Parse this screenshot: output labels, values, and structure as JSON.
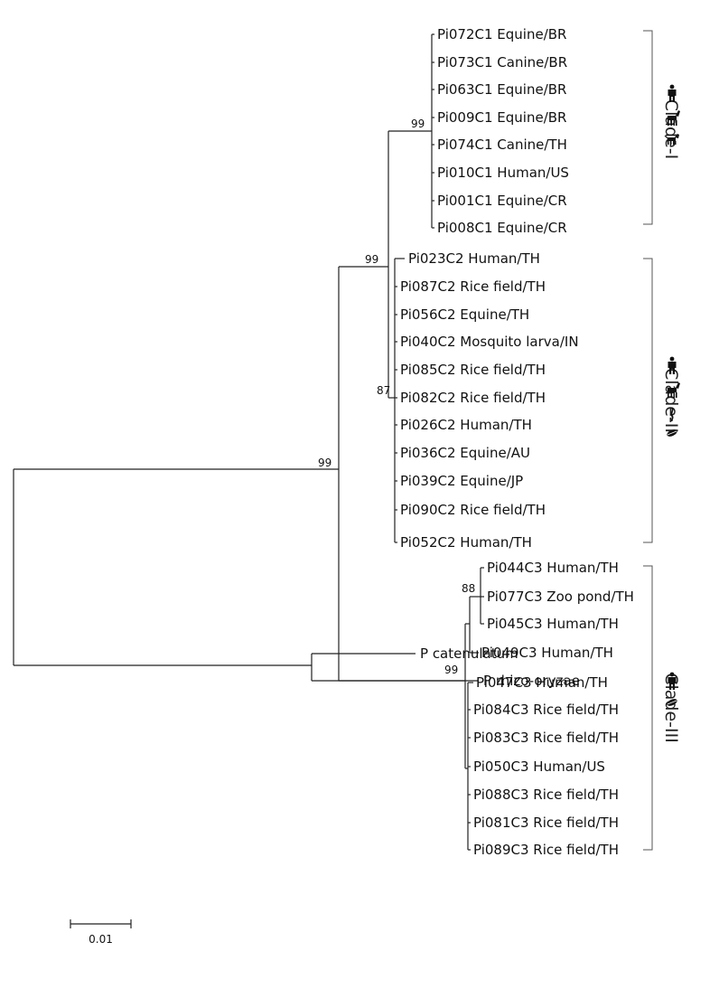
{
  "taxa": [
    {
      "id": "t1",
      "label": "Pi072C1 Equine/BR"
    },
    {
      "id": "t2",
      "label": "Pi073C1 Canine/BR"
    },
    {
      "id": "t3",
      "label": "Pi063C1 Equine/BR"
    },
    {
      "id": "t4",
      "label": "Pi009C1 Equine/BR"
    },
    {
      "id": "t5",
      "label": "Pi074C1 Canine/TH"
    },
    {
      "id": "t6",
      "label": "Pi010C1 Human/US"
    },
    {
      "id": "t7",
      "label": "Pi001C1 Equine/CR"
    },
    {
      "id": "t8",
      "label": "Pi008C1 Equine/CR"
    },
    {
      "id": "t9",
      "label": "Pi023C2 Human/TH"
    },
    {
      "id": "t10",
      "label": "Pi087C2 Rice field/TH"
    },
    {
      "id": "t11",
      "label": "Pi056C2 Equine/TH"
    },
    {
      "id": "t12",
      "label": "Pi040C2 Mosquito larva/IN"
    },
    {
      "id": "t13",
      "label": "Pi085C2 Rice field/TH"
    },
    {
      "id": "t14",
      "label": "Pi082C2 Rice field/TH"
    },
    {
      "id": "t15",
      "label": "Pi026C2 Human/TH"
    },
    {
      "id": "t16",
      "label": "Pi036C2 Equine/AU"
    },
    {
      "id": "t17",
      "label": "Pi039C2 Equine/JP"
    },
    {
      "id": "t18",
      "label": "Pi090C2 Rice field/TH"
    },
    {
      "id": "t19",
      "label": "Pi052C2 Human/TH"
    },
    {
      "id": "t20",
      "label": "Pi044C3 Human/TH"
    },
    {
      "id": "t21",
      "label": "Pi077C3 Zoo pond/TH"
    },
    {
      "id": "t22",
      "label": "Pi045C3 Human/TH"
    },
    {
      "id": "t23",
      "label": "Pi049C3 Human/TH"
    },
    {
      "id": "t24",
      "label": "Pi047C3 Human/TH"
    },
    {
      "id": "t25",
      "label": "Pi084C3 Rice field/TH"
    },
    {
      "id": "t26",
      "label": "Pi083C3 Rice field/TH"
    },
    {
      "id": "t27",
      "label": "Pi050C3 Human/US"
    },
    {
      "id": "t28",
      "label": "Pi088C3 Rice field/TH"
    },
    {
      "id": "t29",
      "label": "Pi081C3 Rice field/TH"
    },
    {
      "id": "t30",
      "label": "Pi089C3 Rice field/TH"
    },
    {
      "id": "t31",
      "label": "P catenulatum"
    },
    {
      "id": "t32",
      "label": "P rhizo-oryzae"
    }
  ],
  "bootstrap": {
    "root_ingroup": "99",
    "clade1_clade2": "99",
    "clade1": "99",
    "clade2_sub": "87",
    "clade3": "99",
    "clade3_sub": "88"
  },
  "clades": [
    {
      "label": "Clade-I",
      "hosts": [
        "human-icon",
        "horse-icon",
        "dog-icon"
      ]
    },
    {
      "label": "Clade-II",
      "hosts": [
        "human-icon",
        "horse-icon",
        "mosquito-larva-icon",
        "plant-leaf-icon"
      ]
    },
    {
      "label": "Clade-III",
      "hosts": [
        "human-icon",
        "plant-leaf-icon"
      ]
    }
  ],
  "scale_bar": {
    "label": "0.01"
  }
}
